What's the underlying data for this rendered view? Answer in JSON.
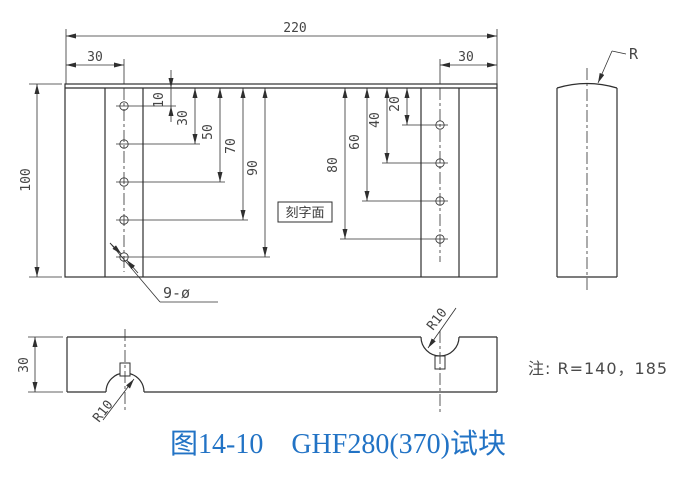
{
  "figure": {
    "caption": "图14-10　GHF280(370)试块",
    "note": "注: R=140，185",
    "caption_color": "#2273c5",
    "line_color": "#2f2f2f"
  },
  "front_view": {
    "overall_width": "220",
    "left_hole_offset": "30",
    "right_hole_offset": "30",
    "height": "100",
    "engraved_face": "刻字面",
    "holes_callout": "9-ø",
    "left_hole_depths": [
      "10",
      "30",
      "50",
      "70",
      "90"
    ],
    "right_hole_depths": [
      "20",
      "40",
      "60",
      "80"
    ]
  },
  "side_view": {
    "radius_callout": "R"
  },
  "bottom_view": {
    "thickness": "30",
    "left_notch_radius": "R10",
    "right_notch_radius": "R10"
  }
}
